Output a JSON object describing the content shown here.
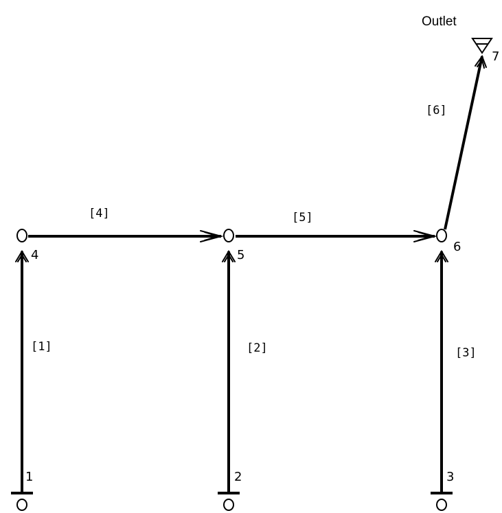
{
  "outlet": {
    "label": "Outlet",
    "node_id": "7"
  },
  "nodes": [
    {
      "id": "1",
      "type": "source"
    },
    {
      "id": "2",
      "type": "source"
    },
    {
      "id": "3",
      "type": "source"
    },
    {
      "id": "4",
      "type": "junction"
    },
    {
      "id": "5",
      "type": "junction"
    },
    {
      "id": "6",
      "type": "junction"
    },
    {
      "id": "7",
      "type": "outlet"
    }
  ],
  "links": [
    {
      "label": "[1]",
      "from": "1",
      "to": "4"
    },
    {
      "label": "[2]",
      "from": "2",
      "to": "5"
    },
    {
      "label": "[3]",
      "from": "3",
      "to": "6"
    },
    {
      "label": "[4]",
      "from": "4",
      "to": "5"
    },
    {
      "label": "[5]",
      "from": "5",
      "to": "6"
    },
    {
      "label": "[6]",
      "from": "6",
      "to": "7"
    }
  ]
}
